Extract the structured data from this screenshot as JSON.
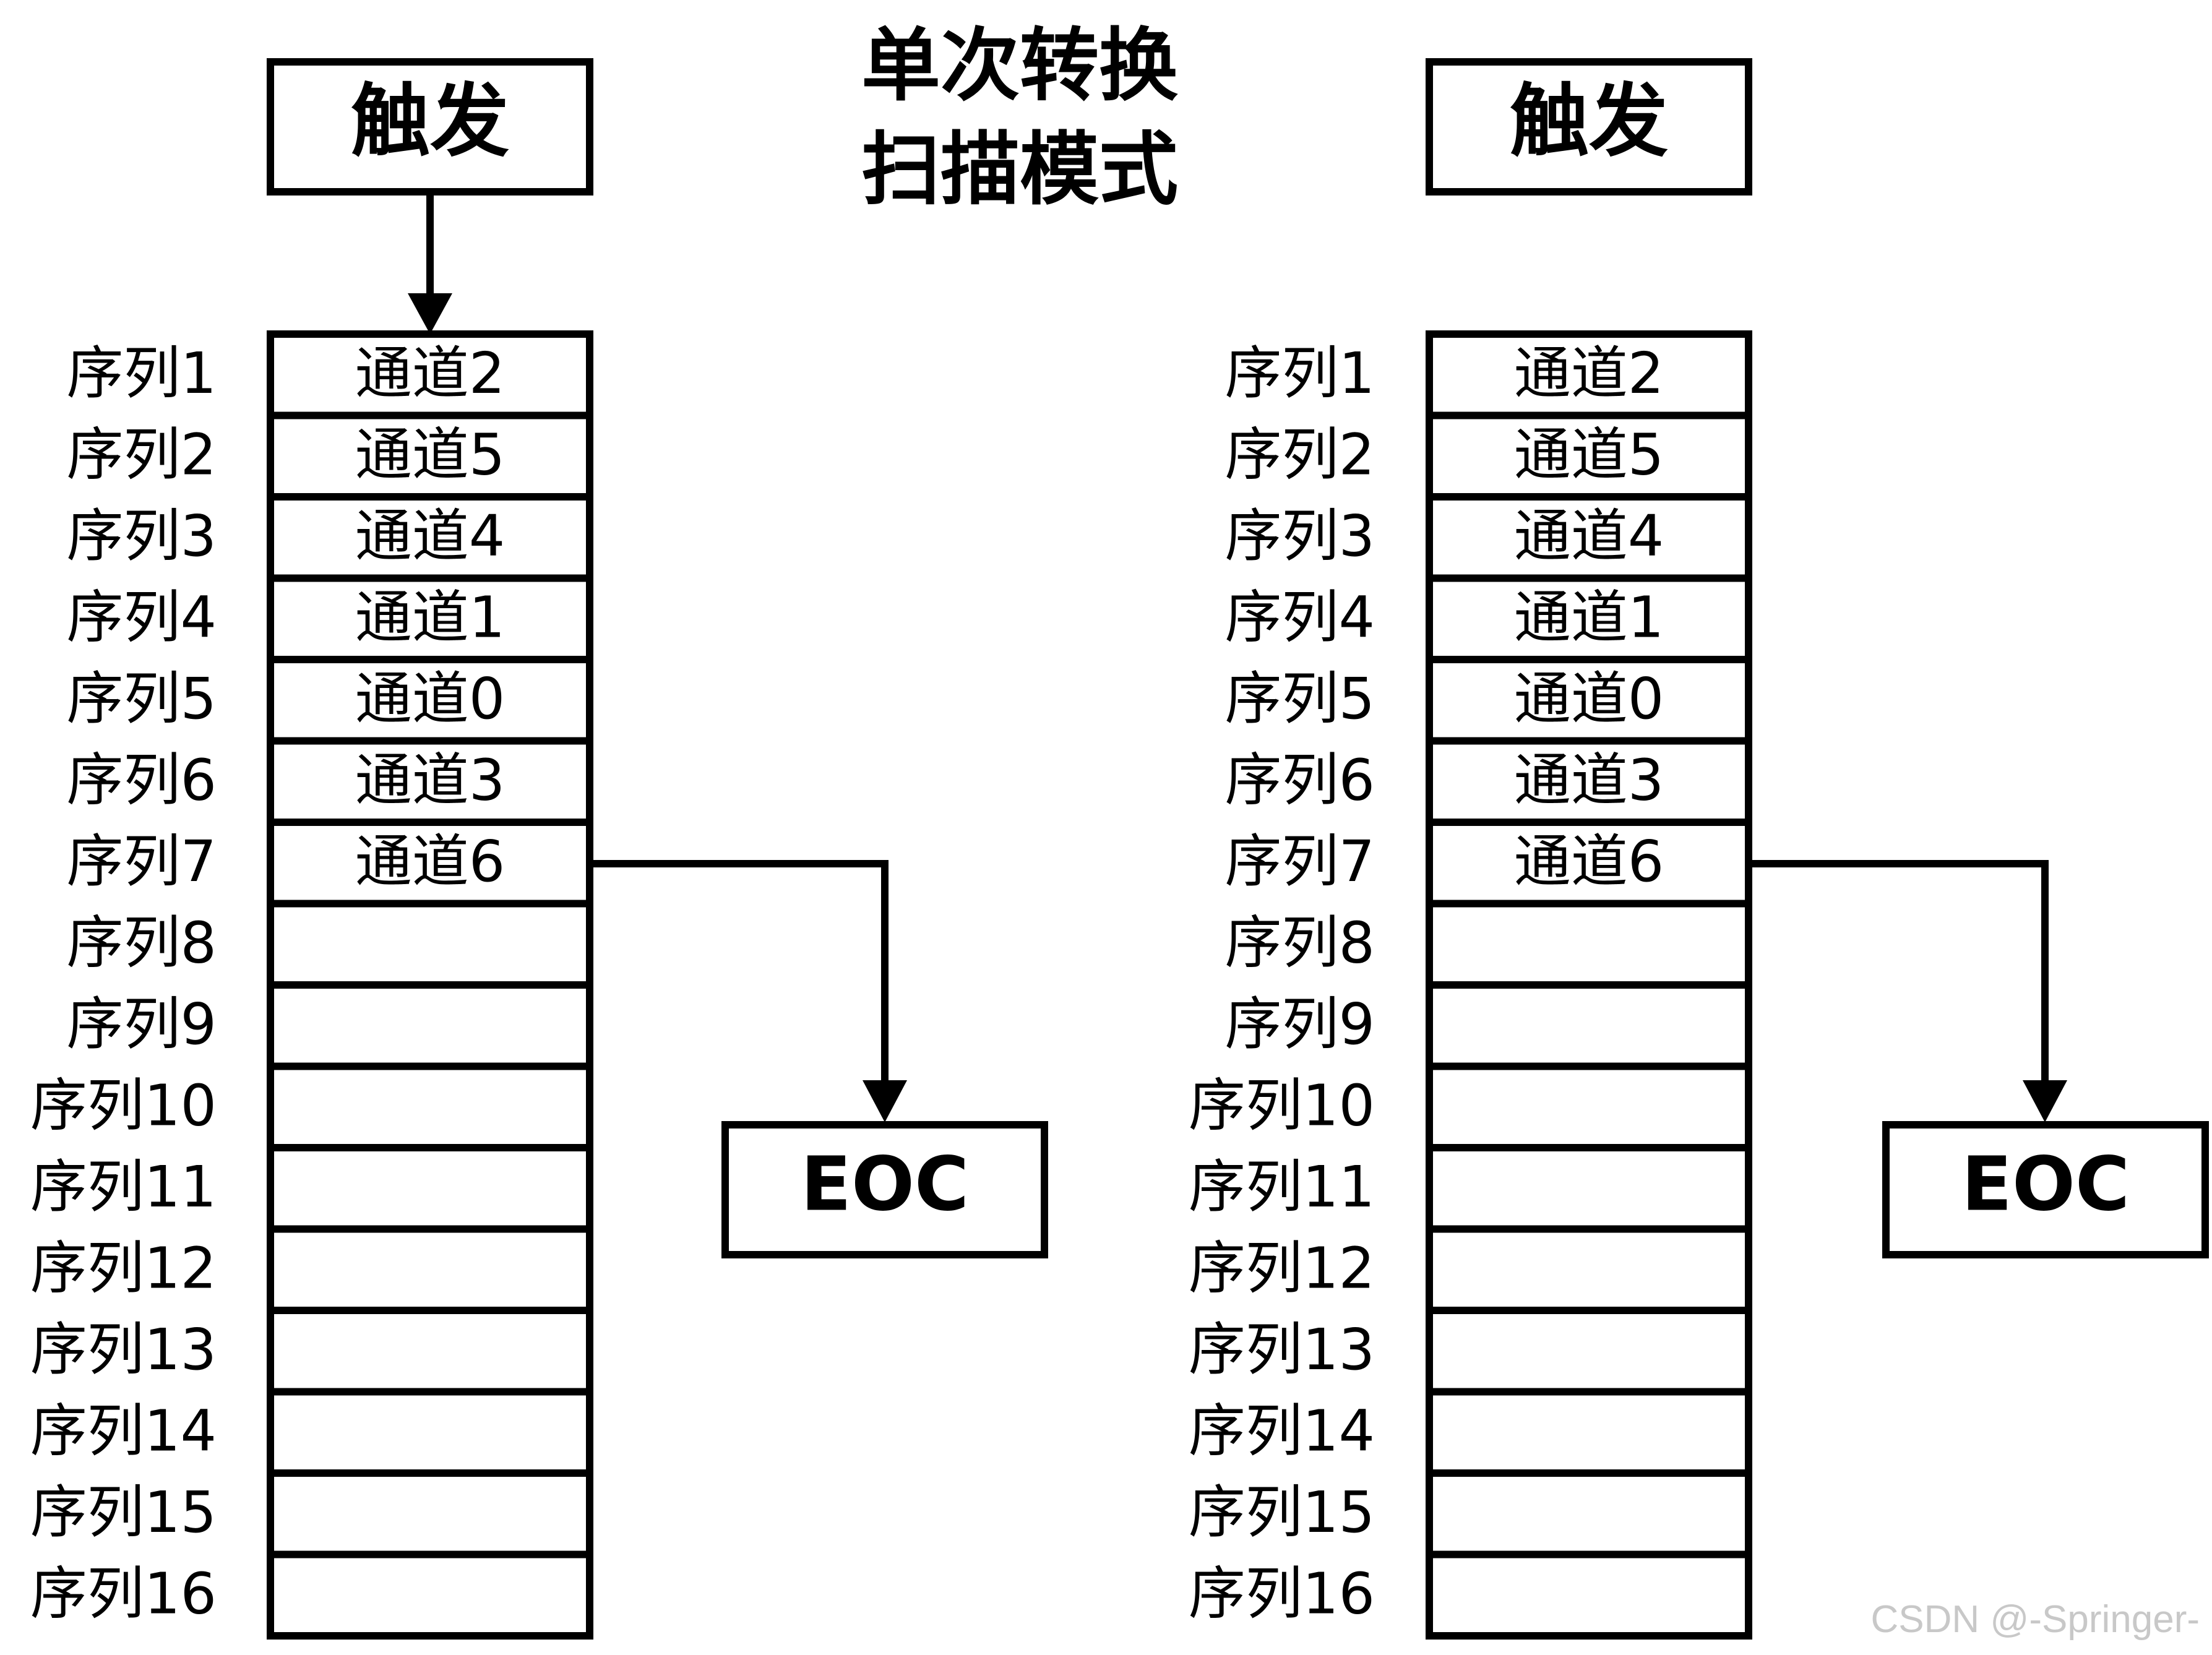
{
  "title": {
    "line1": "单次转换",
    "line2": "扫描模式"
  },
  "panels": [
    {
      "trigger_label": "触发",
      "eoc_label": "EOC",
      "trigger_to_sequence_arrow": true,
      "sequence_labels": [
        "序列1",
        "序列2",
        "序列3",
        "序列4",
        "序列5",
        "序列6",
        "序列7",
        "序列8",
        "序列9",
        "序列10",
        "序列11",
        "序列12",
        "序列13",
        "序列14",
        "序列15",
        "序列16"
      ],
      "channels": [
        "通道2",
        "通道5",
        "通道4",
        "通道1",
        "通道0",
        "通道3",
        "通道6",
        "",
        "",
        "",
        "",
        "",
        "",
        "",
        "",
        ""
      ],
      "eoc_from_sequence": 7
    },
    {
      "trigger_label": "触发",
      "eoc_label": "EOC",
      "trigger_to_sequence_arrow": false,
      "sequence_labels": [
        "序列1",
        "序列2",
        "序列3",
        "序列4",
        "序列5",
        "序列6",
        "序列7",
        "序列8",
        "序列9",
        "序列10",
        "序列11",
        "序列12",
        "序列13",
        "序列14",
        "序列15",
        "序列16"
      ],
      "channels": [
        "通道2",
        "通道5",
        "通道4",
        "通道1",
        "通道0",
        "通道3",
        "通道6",
        "",
        "",
        "",
        "",
        "",
        "",
        "",
        "",
        ""
      ],
      "eoc_from_sequence": 7
    }
  ],
  "watermark": "CSDN @-Springer-"
}
